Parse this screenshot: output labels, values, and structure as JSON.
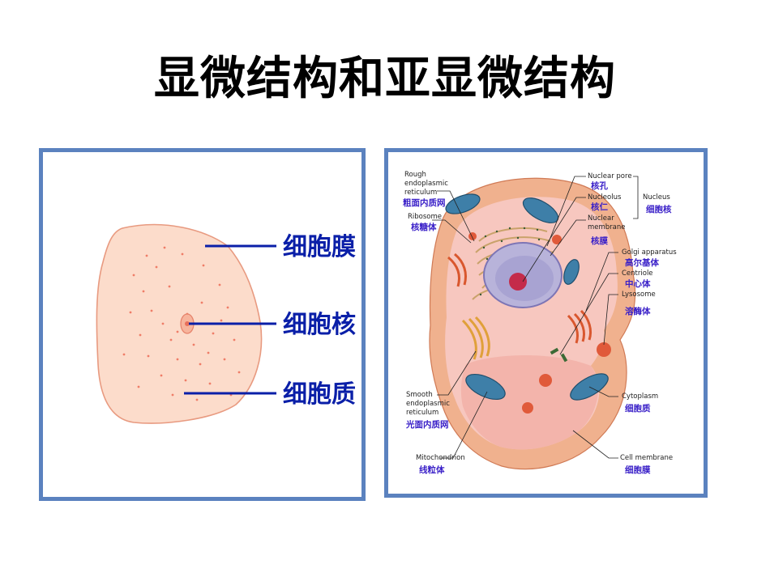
{
  "title": "显微结构和亚显微结构",
  "left_panel": {
    "labels": [
      "细胞膜",
      "细胞核",
      "细胞质"
    ]
  },
  "right_panel": {
    "labels": {
      "rough_er_en": [
        "Rough",
        "endoplasmic",
        "reticulum"
      ],
      "rough_er_zh": "粗面内质网",
      "ribosome_en": "Ribosome",
      "ribosome_zh": "核糖体",
      "nuclear_pore_en": "Nuclear pore",
      "nuclear_pore_zh": "核孔",
      "nucleolus_en": "Nucleolus",
      "nucleolus_zh": "核仁",
      "nuclear_membrane_en": [
        "Nuclear",
        "membrane"
      ],
      "nuclear_membrane_zh": "核膜",
      "nucleus_en": "Nucleus",
      "nucleus_zh": "细胞核",
      "golgi_en": "Golgi apparatus",
      "golgi_zh": "高尔基体",
      "centriole_en": "Centriole",
      "centriole_zh": "中心体",
      "lysosome_en": "Lysosome",
      "lysosome_zh": "溶酶体",
      "smooth_er_en": [
        "Smooth",
        "endoplasmic",
        "reticulum"
      ],
      "smooth_er_zh": "光面内质网",
      "cytoplasm_en": "Cytoplasm",
      "cytoplasm_zh": "细胞质",
      "mitochondrion_en": "Mitochondrion",
      "mitochondrion_zh": "线粒体",
      "cell_membrane_en": "Cell membrane",
      "cell_membrane_zh": "细胞膜"
    }
  },
  "colors": {
    "panel_border": "#5b82bf",
    "label_blue": "#0a1fa8",
    "cell_fill": "#fbd9c8",
    "cell_border": "#e79a7e"
  }
}
